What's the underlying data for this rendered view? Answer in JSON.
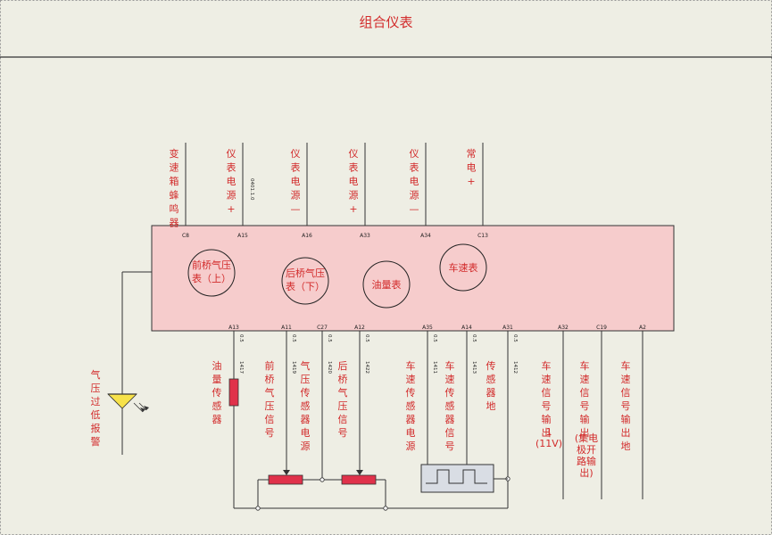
{
  "title": "组合仪表",
  "colors": {
    "accent": "#d22b2b",
    "module_fill": "#f6cccc",
    "component": "#e0314a",
    "background": "#eeeee4"
  },
  "top_connectors": [
    {
      "pin": "C8",
      "label": "变速箱蜂鸣器",
      "wire": ""
    },
    {
      "pin": "A15",
      "label": "仪表电源+",
      "wire": "0401.1.0"
    },
    {
      "pin": "A16",
      "label": "仪表电源—",
      "wire": ""
    },
    {
      "pin": "A33",
      "label": "仪表电源+",
      "wire": ""
    },
    {
      "pin": "A34",
      "label": "仪表电源—",
      "wire": ""
    },
    {
      "pin": "C13",
      "label": "常电+",
      "wire": ""
    }
  ],
  "gauges": [
    {
      "label": "前桥气压表（上）"
    },
    {
      "label": "后桥气压表（下）"
    },
    {
      "label": "油量表"
    },
    {
      "label": "车速表"
    }
  ],
  "bottom_connectors": [
    {
      "pin": "A13",
      "size": "0.5",
      "wire": "1417",
      "label": "油量传感器"
    },
    {
      "pin": "A11",
      "size": "0.5",
      "wire": "1419",
      "label": "前桥气压信号"
    },
    {
      "pin": "C27",
      "size": "0.5",
      "wire": "1420",
      "label": "气压传感器电源"
    },
    {
      "pin": "A12",
      "size": "0.5",
      "wire": "1422",
      "label": "后桥气压信号"
    },
    {
      "pin": "A35",
      "size": "0.5",
      "wire": "1411",
      "label": "车速传感器电源"
    },
    {
      "pin": "A14",
      "size": "0.5",
      "wire": "1413",
      "label": "车速传感器信号"
    },
    {
      "pin": "A31",
      "size": "0.5",
      "wire": "1412",
      "label": "传感器地"
    },
    {
      "pin": "A32",
      "size": "",
      "wire": "",
      "label": "车速信号输出",
      "note": "1\n(11V)"
    },
    {
      "pin": "C19",
      "size": "",
      "wire": "",
      "label": "车速信号输出",
      "note": "(集电\n极开\n路输\n出)"
    },
    {
      "pin": "A2",
      "size": "",
      "wire": "",
      "label": "车速信号输出地",
      "note": ""
    }
  ],
  "warning_lamp": {
    "label": "气压过低报警",
    "icon": "warning-lamp-icon"
  }
}
